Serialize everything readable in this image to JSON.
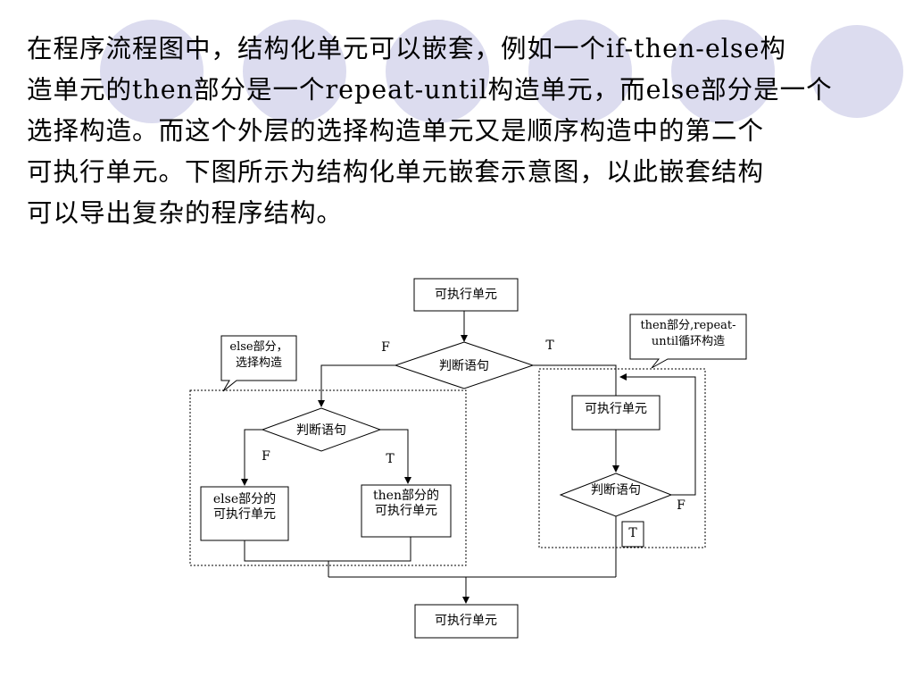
{
  "paragraph": {
    "lines": [
      "在程序流程图中，结构化单元可以嵌套，例如一个if-then-else构",
      "造单元的then部分是一个repeat-until构造单元，而else部分是一个",
      "选择构造。而这个外层的选择构造单元又是顺序构造中的第二个",
      "可执行单元。下图所示为结构化单元嵌套示意图，以此嵌套结构",
      "可以导出复杂的程序结构。"
    ]
  },
  "diagram": {
    "top_unit": "可执行单元",
    "main_decision": "判断语句",
    "main_false": "F",
    "main_true": "T",
    "else_callout": [
      "else部分，",
      "选择构造"
    ],
    "then_callout": [
      "then部分,repeat-",
      "until循环构造"
    ],
    "inner_decision": "判断语句",
    "inner_false": "F",
    "inner_true": "T",
    "else_unit": [
      "else部分的",
      "可执行单元"
    ],
    "then_unit": [
      "then部分的",
      "可执行单元"
    ],
    "loop_unit": "可执行单元",
    "loop_decision": "判断语句",
    "loop_false": "F",
    "loop_true": "T",
    "bottom_unit": "可执行单元"
  },
  "colors": {
    "decor_circle": "#dcdcef",
    "line": "#000000"
  }
}
